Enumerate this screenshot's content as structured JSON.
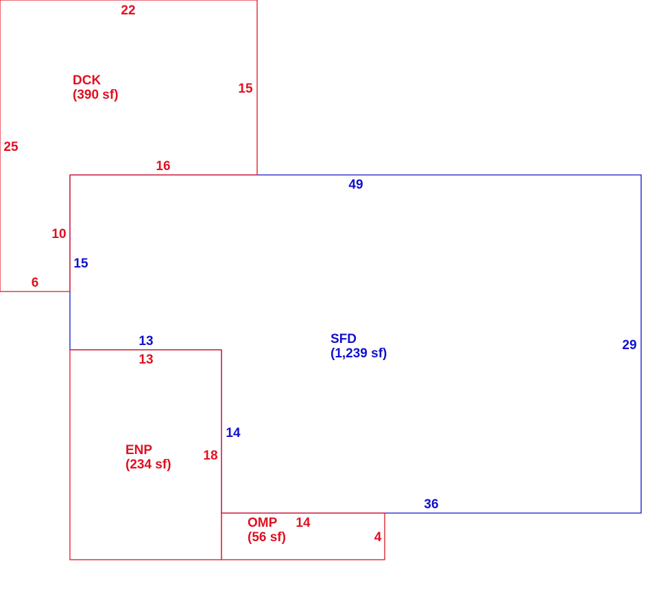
{
  "colors": {
    "red": "#e01020",
    "blue": "#1010cc"
  },
  "areas": {
    "dck": {
      "name": "DCK",
      "area": "(390 sf)",
      "color": "red"
    },
    "sfd": {
      "name": "SFD",
      "area": "(1,239 sf)",
      "color": "blue"
    },
    "enp": {
      "name": "ENP",
      "area": "(234 sf)",
      "color": "red"
    },
    "omp": {
      "name": "OMP",
      "area": "(56 sf)",
      "color": "red"
    }
  },
  "dimensions": {
    "dck_top": "22",
    "dck_right": "15",
    "dck_left": "25",
    "dck_bottom_inner": "16",
    "dck_step_vertical": "10",
    "dck_bottom": "6",
    "sfd_top": "49",
    "sfd_left": "15",
    "sfd_right": "29",
    "sfd_notch_top": "13",
    "sfd_notch_right": "14",
    "sfd_bottom": "36",
    "enp_top": "13",
    "enp_right": "18",
    "omp_top": "14",
    "omp_right": "4"
  }
}
